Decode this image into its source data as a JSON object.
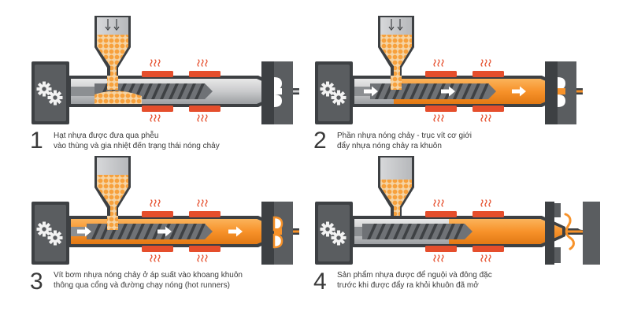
{
  "colors": {
    "steel": "#5a5d60",
    "steel_dark": "#3d4043",
    "barrel_light": "#dcdcdc",
    "barrel_mid": "#a5a8ab",
    "melt": "#f7922a",
    "pellet": "#f7a13d",
    "heater": "#e54e2c",
    "heat_wave": "#e54e2c",
    "arrow": "#ffffff",
    "text": "#3a3a3a"
  },
  "steps": [
    {
      "number": "1",
      "line1": "Hạt nhựa được đưa qua phễu",
      "line2": "vào thùng và gia nhiệt đến trạng thái nóng chảy"
    },
    {
      "number": "2",
      "line1": "Phần nhựa nóng chảy - trục vít cơ giới",
      "line2": "đẩy nhựa nóng chảy ra khuôn"
    },
    {
      "number": "3",
      "line1": "Vít bơm nhựa nóng chảy ở áp suất vào khoang khuôn",
      "line2": "thông qua cổng và đường chạy nóng (hot runners)"
    },
    {
      "number": "4",
      "line1": "Sản phẩm nhựa được để nguội và đông đặc",
      "line2": "trước khi được đẩy ra khỏi khuôn đã mở"
    }
  ]
}
